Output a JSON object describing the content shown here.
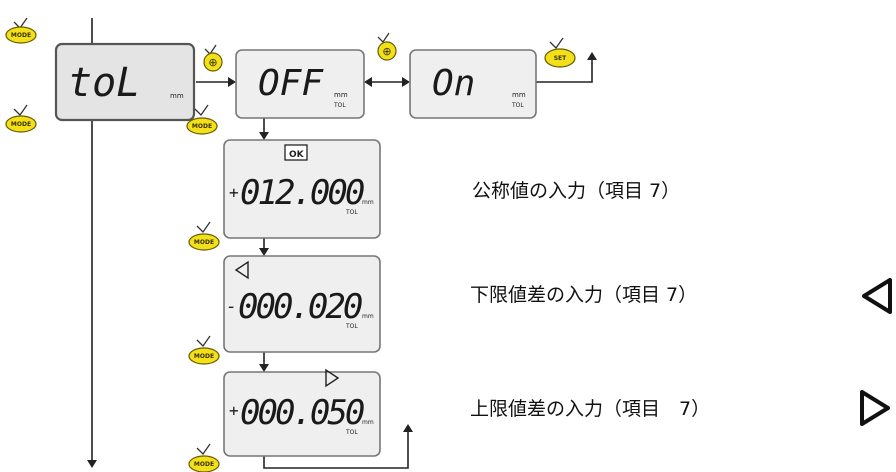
{
  "colors": {
    "button_fill": "#f2e11a",
    "display_bg": "#efefef",
    "main_display_bg": "#e4e4e4",
    "line": "#222222"
  },
  "buttons": {
    "mode": "MODE",
    "set": "SET",
    "arrow": "⊕"
  },
  "displays": {
    "tol": {
      "value": "toL",
      "unit": "mm"
    },
    "off": {
      "value": "OFF",
      "unit": "mm",
      "sub": "TOL"
    },
    "on": {
      "value": "On",
      "unit": "mm",
      "sub": "TOL"
    },
    "nominal": {
      "indicator": "OK",
      "sign": "+",
      "value": "012.000",
      "unit": "mm",
      "sub": "TOL"
    },
    "lower": {
      "indicator_icon": "left-triangle",
      "sign": "-",
      "value": "000.020",
      "unit": "mm",
      "sub": "TOL"
    },
    "upper": {
      "indicator_icon": "right-triangle",
      "sign": "+",
      "value": "000.050",
      "unit": "mm",
      "sub": "TOL"
    }
  },
  "labels": {
    "nominal": "公称値の入力（項目 7）",
    "lower": "下限値差の入力（項目 7）",
    "upper": "上限値差の入力（項目　7）"
  },
  "icons": {
    "lower_marker": "left-triangle-icon",
    "upper_marker": "right-triangle-icon"
  }
}
